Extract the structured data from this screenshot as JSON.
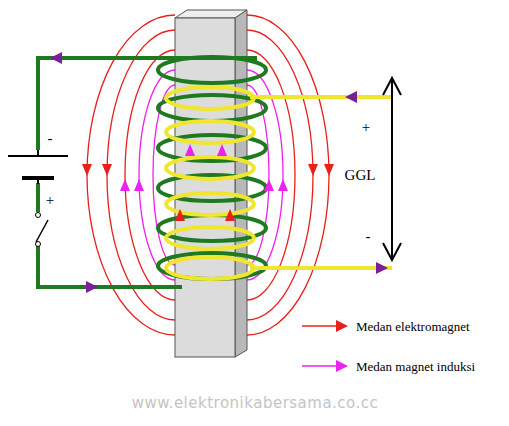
{
  "diagram": {
    "labels": [
      "-",
      "+",
      "+",
      "GGL",
      "-",
      "www.elektronikabersama.co.cc"
    ],
    "legend": [
      {
        "text": "Medan elektromagnet"
      },
      {
        "text": "Medan magnet induksi"
      }
    ]
  }
}
